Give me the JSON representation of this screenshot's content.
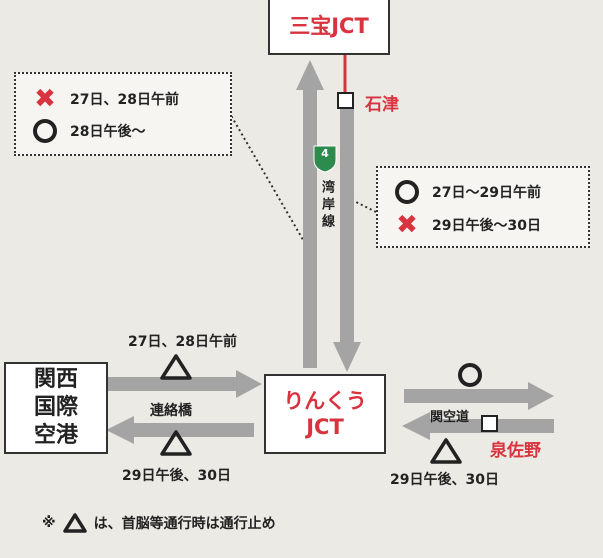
{
  "junctions": {
    "sanpo": "三宝JCT",
    "rinku_line1": "りんくう",
    "rinku_line2": "JCT"
  },
  "kansai_airport": [
    "関西",
    "国際",
    "空港"
  ],
  "ramps": {
    "ishizu": "石津",
    "izumisano": "泉佐野"
  },
  "route": {
    "number": "4",
    "name": "湾岸線"
  },
  "legend_left": {
    "rows": [
      {
        "symbol": "closed",
        "text": "27日、28日午前"
      },
      {
        "symbol": "open",
        "text": "28日午後～"
      }
    ]
  },
  "legend_right": {
    "rows": [
      {
        "symbol": "open",
        "text": "27日～29日午前"
      },
      {
        "symbol": "closed",
        "text": "29日午後～30日"
      }
    ]
  },
  "bridge": {
    "name": "連絡橋",
    "top_text": "27日、28日午前",
    "bottom_text": "29日午後、30日"
  },
  "kanku_road": {
    "name": "関空道",
    "bottom_text": "29日午後、30日"
  },
  "footnote": {
    "prefix": "※",
    "text": "は、首脳等通行時は通行止め"
  },
  "colors": {
    "red": "#d8333f",
    "arrow_gray": "#a4a4a4",
    "route_green": "#2e8b4e",
    "background": "#eceae4"
  }
}
